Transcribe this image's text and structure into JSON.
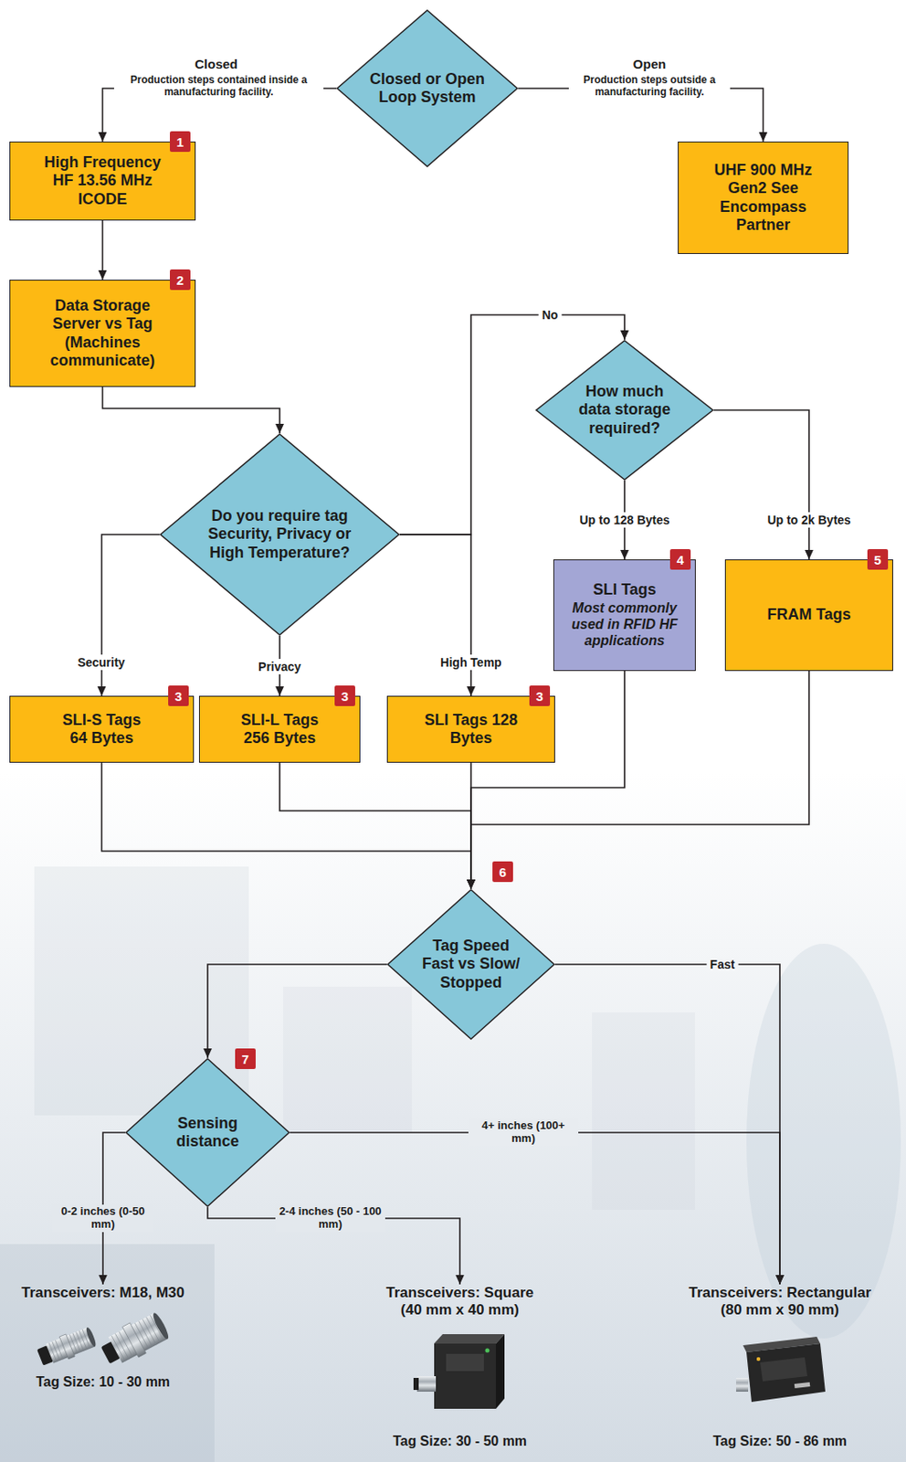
{
  "diagram": {
    "nodes": [
      {
        "text": [
          "Closed or Open Loop System"
        ]
      },
      {
        "text": [
          "High Frequency HF 13.56 MHz ICODE"
        ]
      },
      {
        "text": [
          "UHF 900 MHz Gen2 See Encompass Partner"
        ]
      },
      {
        "text": [
          "Data Storage Server vs Tag (Machines communicate)"
        ]
      },
      {
        "text": [
          "Do you require tag Security, Privacy or High Temperature?"
        ]
      },
      {
        "text": [
          "How much data storage required?"
        ]
      },
      {
        "text": [
          "SLI Tags",
          "Most commonly used in RFID HF applications"
        ]
      },
      {
        "text": [
          "FRAM Tags"
        ]
      },
      {
        "text": [
          "SLI-S Tags 64 Bytes"
        ]
      },
      {
        "text": [
          "SLI-L Tags 256 Bytes"
        ]
      },
      {
        "text": [
          "SLI Tags 128 Bytes"
        ]
      },
      {
        "text": [
          "Tag Speed Fast vs Slow/ Stopped"
        ]
      },
      {
        "text": [
          "Sensing distance"
        ]
      },
      {
        "text": [
          "Transceivers: M18, M30",
          "Tag Size: 10 - 30 mm"
        ]
      },
      {
        "text": [
          "Transceivers: Square (40 mm x 40 mm)",
          "Tag Size: 30 - 50 mm"
        ]
      },
      {
        "text": [
          "Transceivers: Rectangular (80 mm x 90 mm)",
          "Tag Size: 50 - 86 mm"
        ]
      }
    ],
    "edges": [
      {
        "from": 0,
        "to": 1,
        "label": "Closed",
        "arrow": "to"
      },
      {
        "from": 0,
        "to": 2,
        "label": "Open",
        "arrow": "to"
      },
      {
        "from": 1,
        "to": 3,
        "arrow": "to"
      },
      {
        "from": 3,
        "to": 4,
        "arrow": "to"
      },
      {
        "from": 4,
        "to": 5,
        "label": "No",
        "arrow": "to"
      },
      {
        "from": 5,
        "to": 6,
        "label": "Up to 128 Bytes",
        "arrow": "to"
      },
      {
        "from": 5,
        "to": 7,
        "label": "Up to 2k Bytes",
        "arrow": "to"
      },
      {
        "from": 4,
        "to": 8,
        "label": "Security",
        "arrow": "to"
      },
      {
        "from": 4,
        "to": 9,
        "label": "Privacy",
        "arrow": "to"
      },
      {
        "from": 4,
        "to": 10,
        "label": "High Temp",
        "arrow": "to"
      },
      {
        "from": 8,
        "to": 11,
        "arrow": "to"
      },
      {
        "from": 9,
        "to": 11,
        "arrow": "to"
      },
      {
        "from": 10,
        "to": 11,
        "arrow": "to"
      },
      {
        "from": 6,
        "to": 11,
        "arrow": "to"
      },
      {
        "from": 7,
        "to": 11,
        "arrow": "to"
      },
      {
        "from": 11,
        "to": 12,
        "arrow": "to"
      },
      {
        "from": 11,
        "to": 15,
        "label": "Fast",
        "arrow": "to"
      },
      {
        "from": 12,
        "to": 13,
        "label": "0-2 inches (0-50 mm)",
        "arrow": "to"
      },
      {
        "from": 12,
        "to": 14,
        "label": "2-4 inches (50 - 100 mm)",
        "arrow": "to"
      },
      {
        "from": 12,
        "to": 15,
        "label": "4+ inches (100+ mm)",
        "arrow": "to"
      }
    ],
    "labels": [
      "Production steps contained inside a manufacturing facility.",
      "Production steps outside a manufacturing facility.",
      "1",
      "2",
      "4",
      "5",
      "3",
      "3",
      "3",
      "6",
      "7"
    ]
  }
}
